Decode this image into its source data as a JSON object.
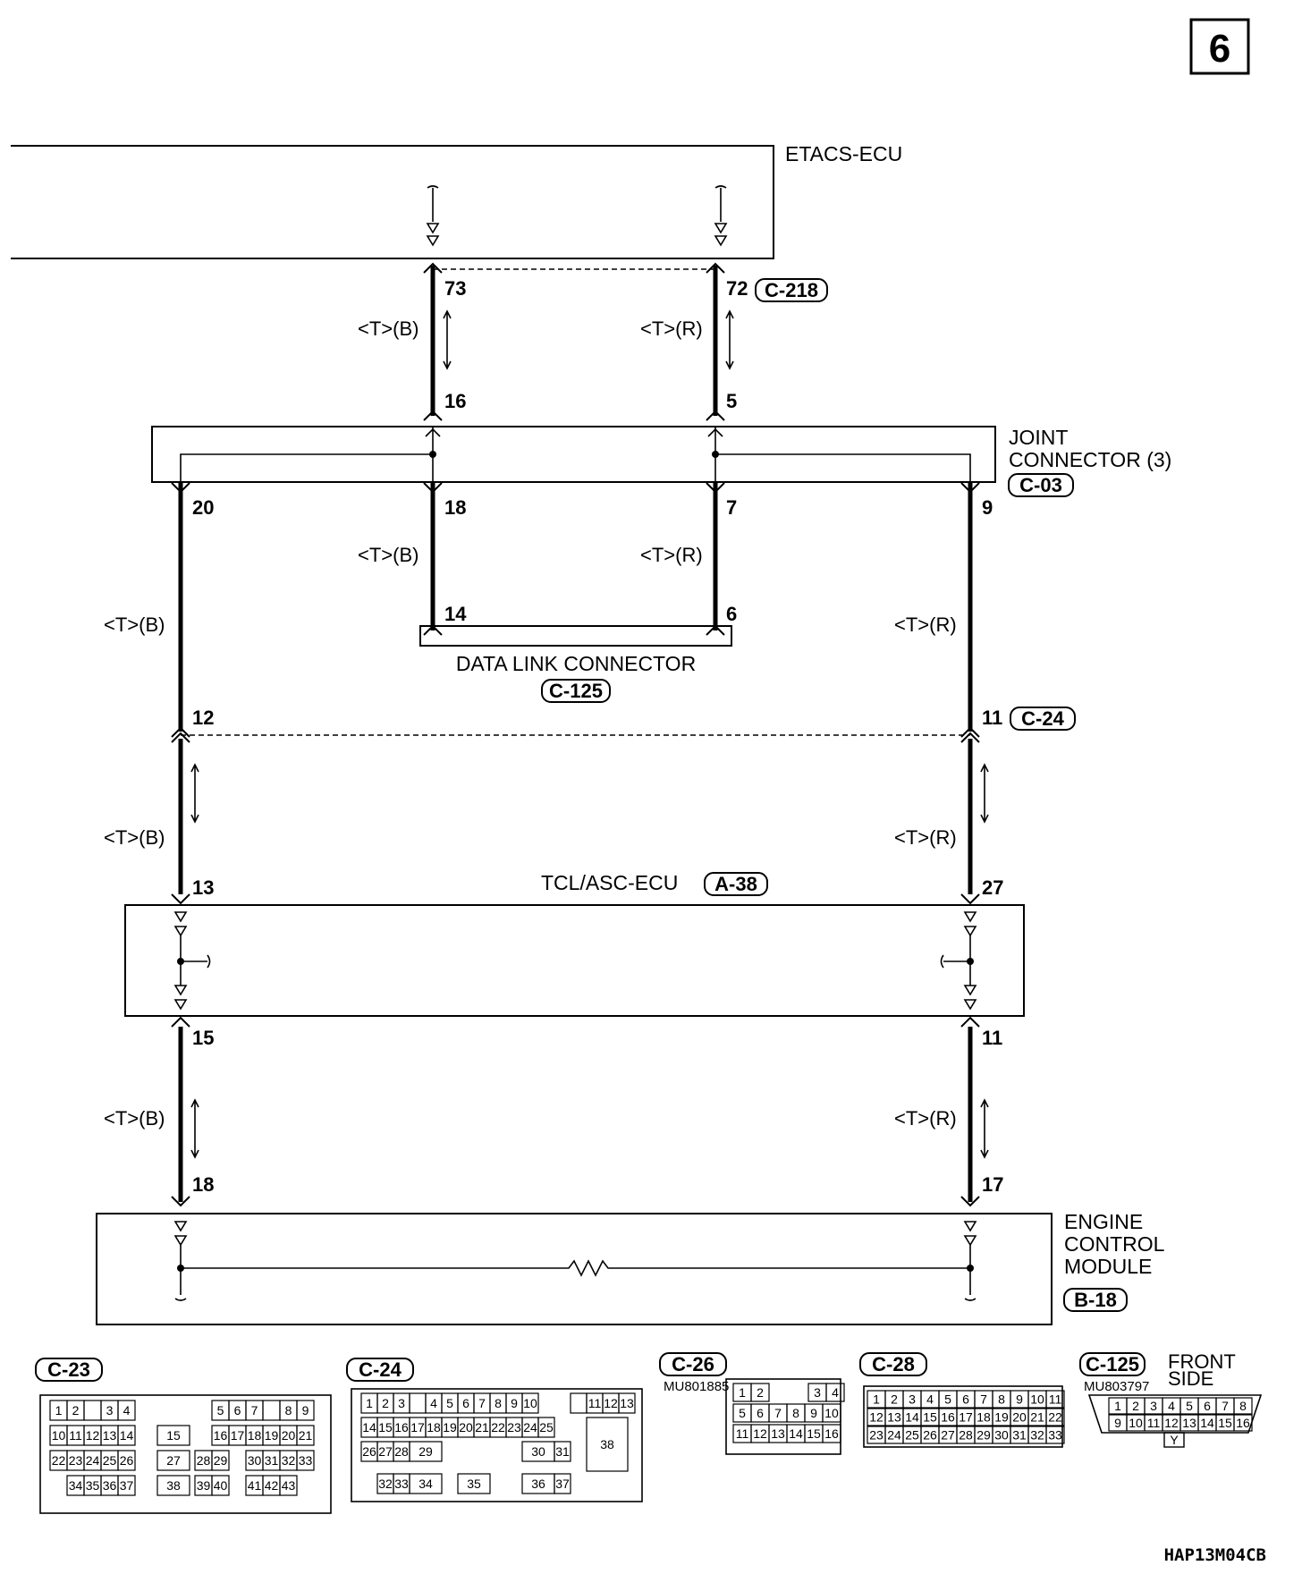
{
  "page_number": "6",
  "components": {
    "etacs": {
      "label": "ETACS-ECU"
    },
    "joint": {
      "label_line1": "JOINT",
      "label_line2": "CONNECTOR (3)",
      "code": "C-03"
    },
    "dlc": {
      "label": "DATA LINK CONNECTOR",
      "code": "C-125"
    },
    "tcl": {
      "label": "TCL/ASC-ECU",
      "code": "A-38"
    },
    "ecm": {
      "label_line1": "ENGINE",
      "label_line2": "CONTROL",
      "label_line3": "MODULE",
      "code": "B-18"
    }
  },
  "inline_connectors": {
    "c218": "C-218",
    "c24": "C-24"
  },
  "pins": {
    "p73": "73",
    "p72": "72",
    "p16": "16",
    "p5": "5",
    "p20": "20",
    "p18a": "18",
    "p7": "7",
    "p9": "9",
    "p14": "14",
    "p6": "6",
    "p12": "12",
    "p11a": "11",
    "p13": "13",
    "p27": "27",
    "p15": "15",
    "p11b": "11",
    "p18b": "18",
    "p17": "17"
  },
  "wire_codes": {
    "black": "<T>(B)",
    "red": "<T>(R)"
  },
  "connector_views": {
    "c23": {
      "code": "C-23"
    },
    "c24": {
      "code": "C-24"
    },
    "c26": {
      "code": "C-26",
      "part": "MU801885"
    },
    "c28": {
      "code": "C-28"
    },
    "c125": {
      "code": "C-125",
      "part": "MU803797",
      "side_line1": "FRONT",
      "side_line2": "SIDE"
    }
  },
  "c23_cells": [
    "1",
    "2",
    "3",
    "4",
    "5",
    "6",
    "7",
    "8",
    "9",
    "10",
    "11",
    "12",
    "13",
    "14",
    "15",
    "16",
    "17",
    "18",
    "19",
    "20",
    "21",
    "22",
    "23",
    "24",
    "25",
    "26",
    "27",
    "28",
    "29",
    "30",
    "31",
    "32",
    "33",
    "34",
    "35",
    "36",
    "37",
    "38",
    "39",
    "40",
    "41",
    "42",
    "43"
  ],
  "c24_cells": [
    "1",
    "2",
    "3",
    "4",
    "5",
    "6",
    "7",
    "8",
    "9",
    "10",
    "11",
    "12",
    "13",
    "14",
    "15",
    "16",
    "17",
    "18",
    "19",
    "20",
    "21",
    "22",
    "23",
    "24",
    "25",
    "26",
    "27",
    "28",
    "29",
    "30",
    "31",
    "32",
    "33",
    "34",
    "35",
    "36",
    "37",
    "38"
  ],
  "c26_cells": [
    "1",
    "2",
    "3",
    "4",
    "5",
    "6",
    "7",
    "8",
    "9",
    "10",
    "11",
    "12",
    "13",
    "14",
    "15",
    "16"
  ],
  "c28_cells": [
    "1",
    "2",
    "3",
    "4",
    "5",
    "6",
    "7",
    "8",
    "9",
    "10",
    "11",
    "12",
    "13",
    "14",
    "15",
    "16",
    "17",
    "18",
    "19",
    "20",
    "21",
    "22",
    "23",
    "24",
    "25",
    "26",
    "27",
    "28",
    "29",
    "30",
    "31",
    "32",
    "33"
  ],
  "c125_cells": [
    "1",
    "2",
    "3",
    "4",
    "5",
    "6",
    "7",
    "8",
    "9",
    "10",
    "11",
    "12",
    "13",
    "14",
    "15",
    "16"
  ],
  "c125_key": "Y",
  "diagram_code": "HAP13M04CB"
}
